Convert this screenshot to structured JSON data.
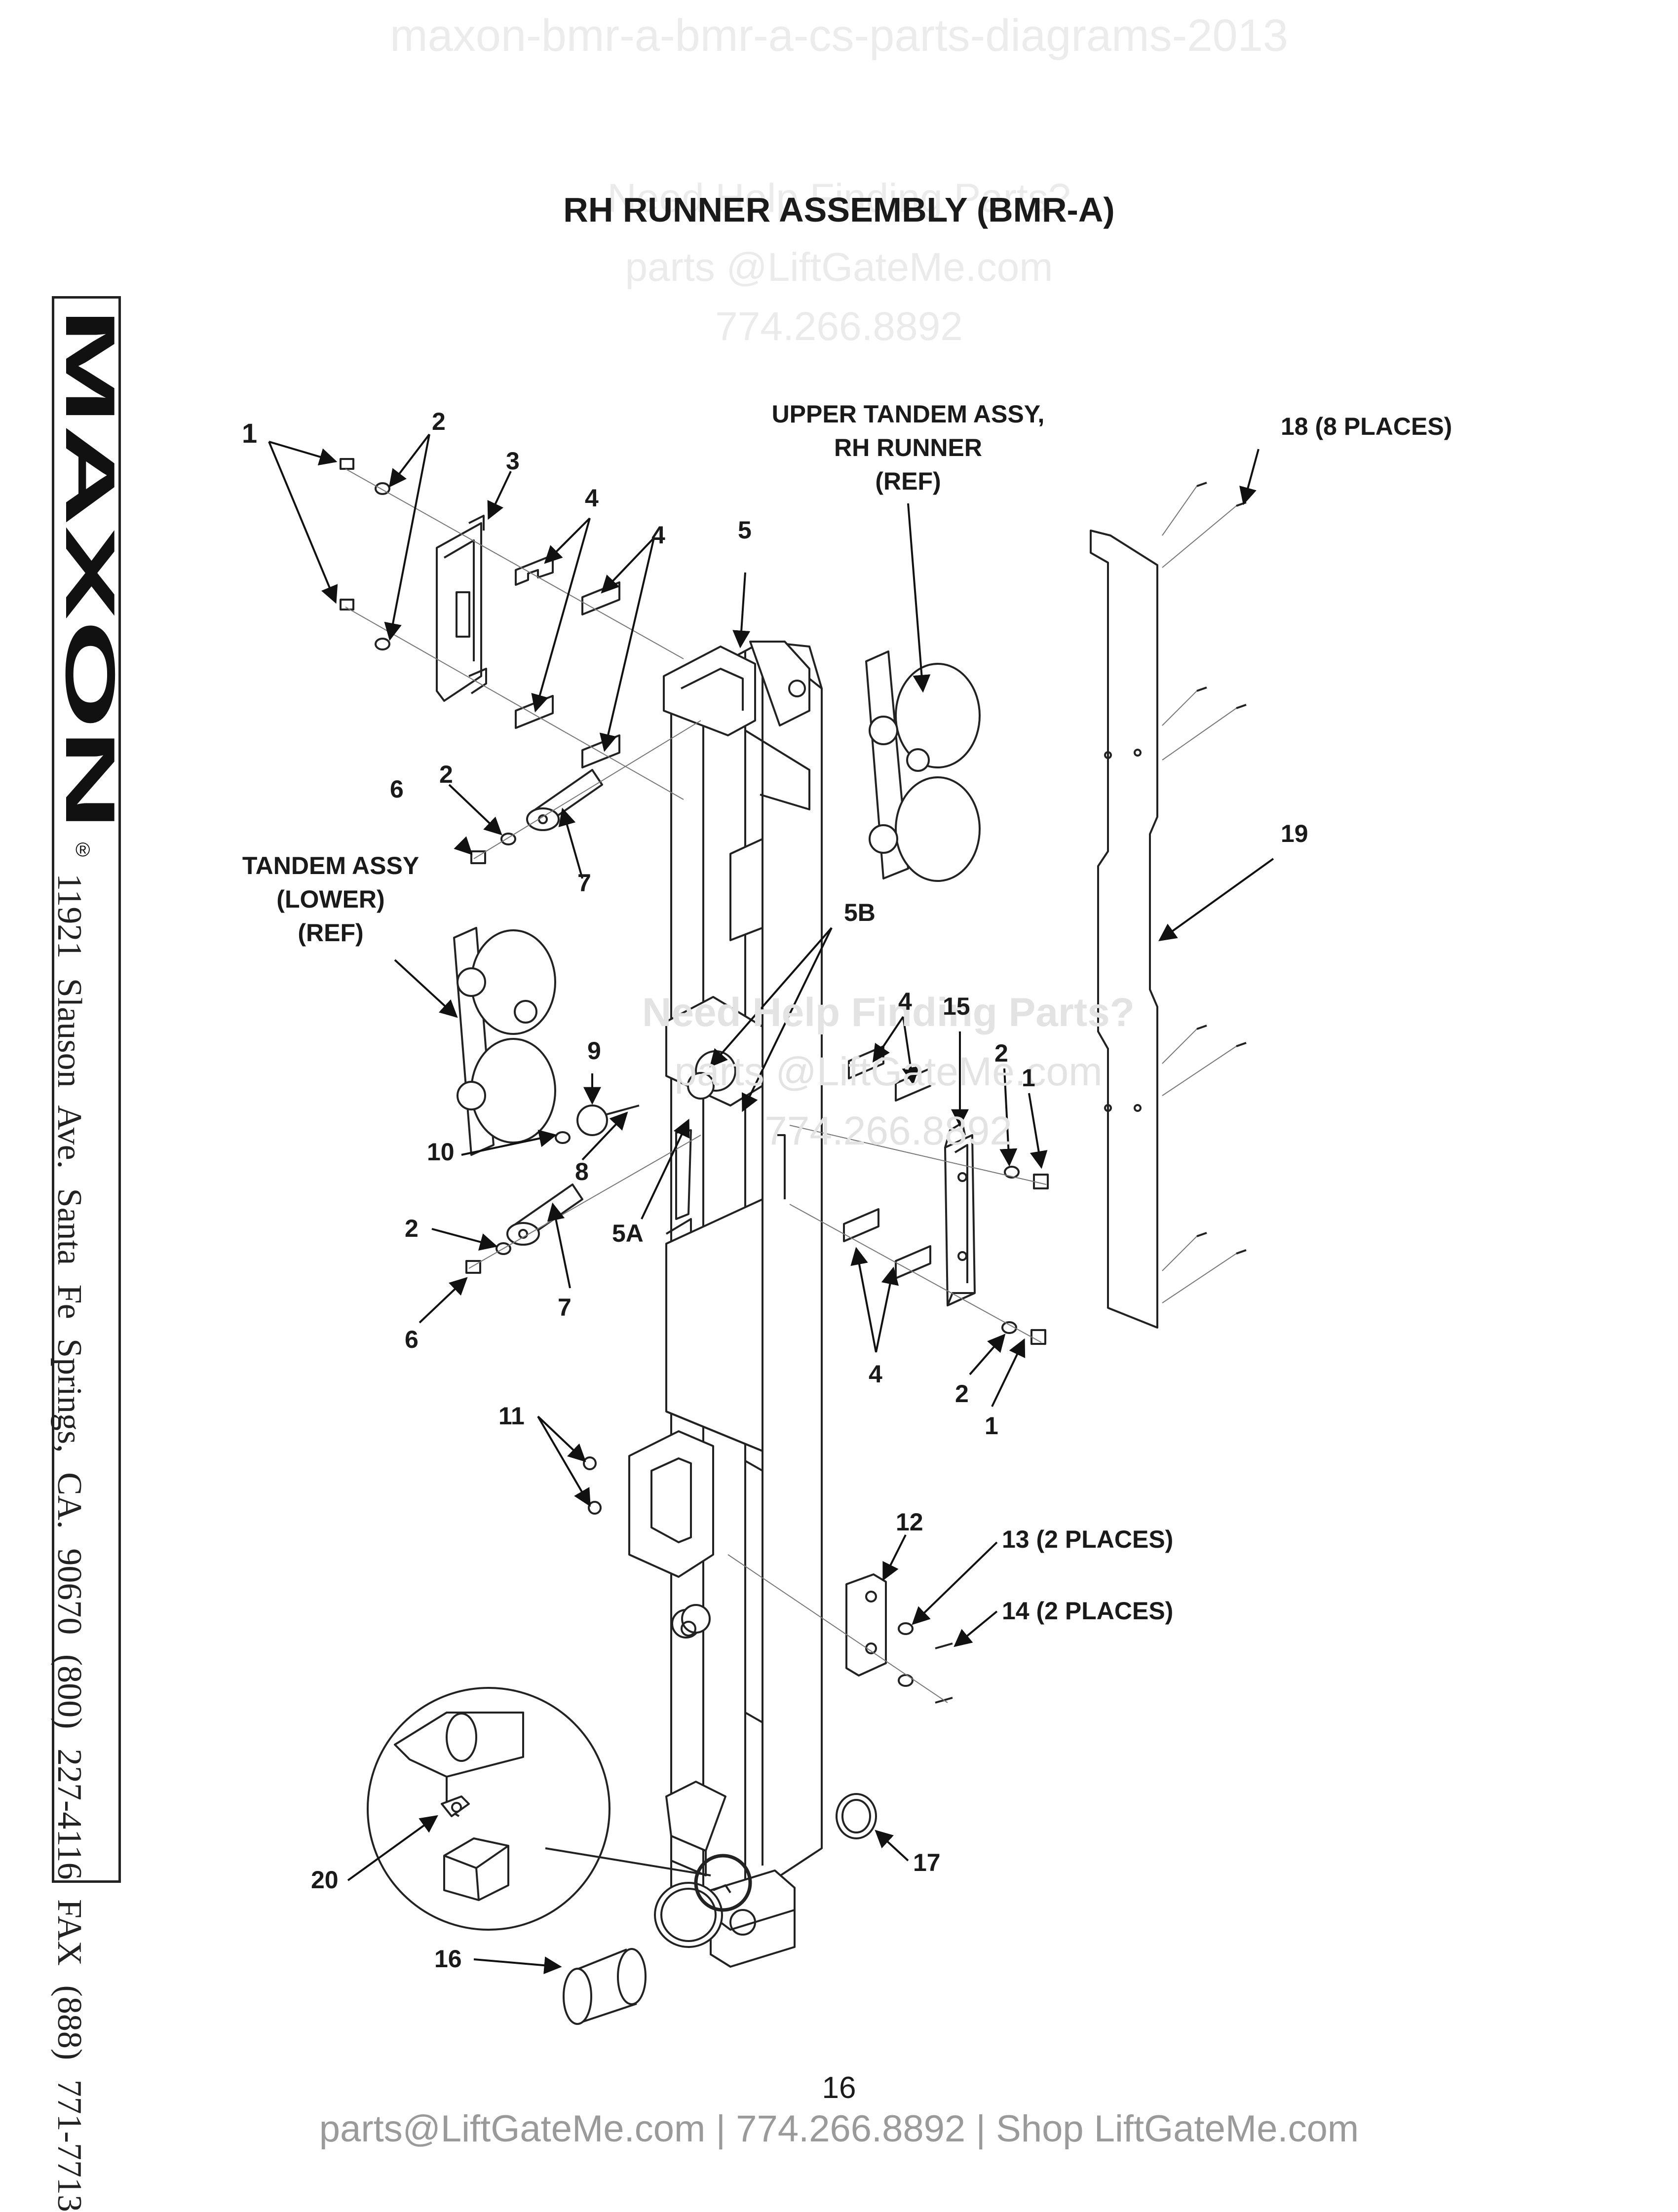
{
  "watermark": {
    "top": "maxon-bmr-a-bmr-a-cs-parts-diagrams-2013",
    "help": "Need Help Finding Parts?",
    "email": "parts @LiftGateMe.com",
    "phone": "774.266.8892"
  },
  "title": "RH RUNNER ASSEMBLY (BMR-A)",
  "brand": {
    "name": "MAXON",
    "registered": "®",
    "address": "11921 Slauson Ave. Santa Fe Springs, CA. 90670 (800) 227-4116 FAX (888) 771-7713"
  },
  "callouts": {
    "c1a": "1",
    "c2a": "2",
    "c3": "3",
    "c4a": "4",
    "c4b": "4",
    "c5": "5",
    "upper_tandem": [
      "UPPER TANDEM ASSY,",
      "RH RUNNER",
      "(REF)"
    ],
    "c18": "18 (8 PLACES)",
    "c19": "19",
    "c2b": "2",
    "c6a": "6",
    "c7a": "7",
    "lower_tandem": [
      "TANDEM ASSY",
      "(LOWER)",
      "(REF)"
    ],
    "c5b": "5B",
    "c4c": "4",
    "c15": "15",
    "c2c": "2",
    "c1b": "1",
    "c9": "9",
    "c10": "10",
    "c8": "8",
    "c5a": "5A",
    "c2d": "2",
    "c7b": "7",
    "c6b": "6",
    "c4d": "4",
    "c2e": "2",
    "c1c": "1",
    "c11": "11",
    "c12": "12",
    "c13": "13 (2 PLACES)",
    "c14": "14 (2 PLACES)",
    "c17": "17",
    "c20": "20",
    "c16": "16"
  },
  "page_number": "16",
  "footer": "parts@LiftGateMe.com | 774.266.8892 | Shop LiftGateMe.com",
  "icons": [
    "maxon-logo",
    "bolt-icon",
    "washer-icon",
    "runner-weldment",
    "tandem-roller",
    "bushing-icon",
    "grease-fitting-icon",
    "detail-circle"
  ]
}
